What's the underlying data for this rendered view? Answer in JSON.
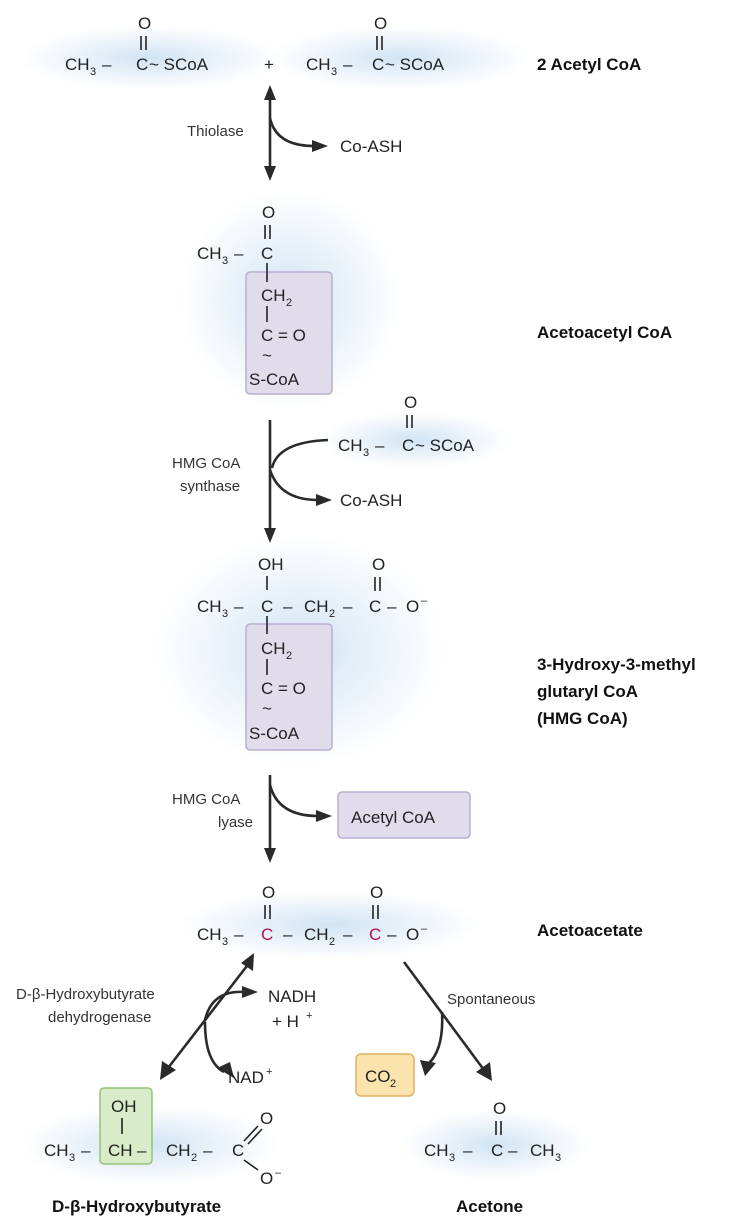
{
  "row1": {
    "oxygen": "O",
    "ch3": "CH",
    "sub3": "3",
    "dash": "–",
    "carbon": "C",
    "tilde_scoa": "~ SCoA",
    "plus": "+",
    "label": "2 Acetyl CoA"
  },
  "step1": {
    "enzyme": "Thiolase",
    "product": "Co-ASH"
  },
  "acetoacetyl": {
    "oxygen": "O",
    "ch3": "CH",
    "sub3": "3",
    "dash": "–",
    "carbon": "C",
    "ch2": "CH",
    "sub2": "2",
    "ceo": "C = O",
    "tilde": "~",
    "scoa": "S-CoA",
    "label": "Acetoacetyl CoA"
  },
  "step2": {
    "enzyme_line1": "HMG CoA",
    "enzyme_line2": "synthase",
    "reagent_ch3": "CH",
    "reagent_sub3": "3",
    "reagent_dash": "–",
    "reagent_c": "C",
    "reagent_tilde_scoa": "~ SCoA",
    "reagent_o": "O",
    "product": "Co-ASH"
  },
  "hmg": {
    "oh": "OH",
    "oxygen": "O",
    "ch3": "CH",
    "sub3": "3",
    "dash": "–",
    "carbon": "C",
    "ch2": "CH",
    "sub2": "2",
    "o_minus": "O",
    "minus": "–",
    "ceo": "C = O",
    "tilde": "~",
    "scoa": "S-CoA",
    "label_line1": "3-Hydroxy-3-methyl",
    "label_line2": "glutaryl CoA",
    "label_line3": "(HMG CoA)"
  },
  "step3": {
    "enzyme_line1": "HMG CoA",
    "enzyme_line2": "lyase",
    "product": "Acetyl CoA"
  },
  "acetoacetate": {
    "oxygen": "O",
    "ch3": "CH",
    "sub3": "3",
    "dash": "–",
    "carbon": "C",
    "ch2": "CH",
    "sub2": "2",
    "o_minus": "O",
    "minus": "–",
    "label": "Acetoacetate"
  },
  "left_branch": {
    "enzyme_line1": "D-β-Hydroxybutyrate",
    "enzyme_line2": "dehydrogenase",
    "nadh": "NADH",
    "h_plus": "+ H",
    "h_sup": "+",
    "nad": "NAD",
    "nad_sup": "+"
  },
  "right_branch": {
    "label": "Spontaneous",
    "co2": "CO",
    "co2_sub": "2"
  },
  "hydroxybutyrate": {
    "oh": "OH",
    "ch3": "CH",
    "sub3": "3",
    "dash": "–",
    "ch": "CH",
    "ch2": "CH",
    "sub2": "2",
    "carbon": "C",
    "oxygen": "O",
    "o_minus": "O",
    "minus": "–",
    "label": "D-β-Hydroxybutyrate"
  },
  "acetone": {
    "oxygen": "O",
    "ch3": "CH",
    "sub3": "3",
    "dash": "–",
    "carbon": "C",
    "label": "Acetone"
  },
  "colors": {
    "purple_box": "#e1dcec",
    "purple_border": "#b7aed0",
    "green_box": "#d9ecc9",
    "green_border": "#97c27a",
    "orange_box": "#fbe3ad",
    "orange_border": "#e0b160",
    "red_carbon": "#b0124a",
    "glow": "#d6e6f4"
  }
}
